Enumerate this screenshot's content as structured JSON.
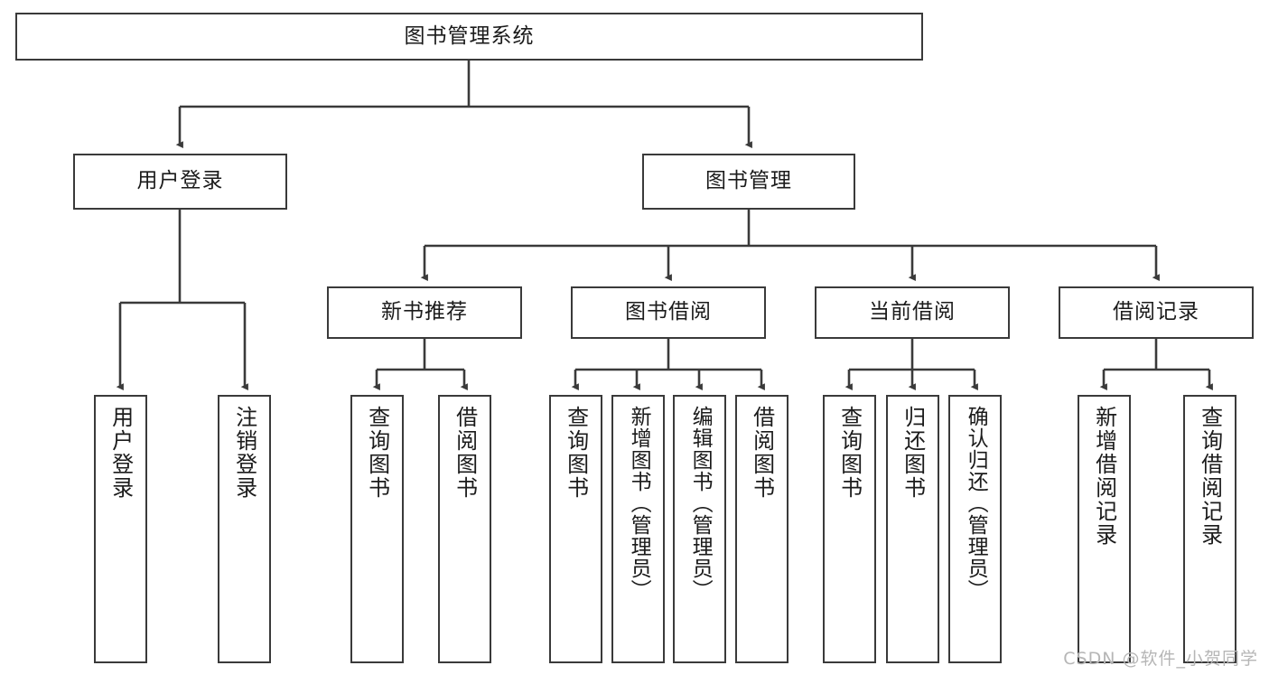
{
  "diagram": {
    "title": "图书管理系统",
    "watermark": "CSDN @软件_小贺同学",
    "stroke_color": "#3a3a3a",
    "text_color": "#1b1b1b",
    "background": "#ffffff",
    "levels": {
      "root": {
        "label": "图书管理系统"
      },
      "level2": [
        {
          "label": "用户登录"
        },
        {
          "label": "图书管理"
        }
      ],
      "level3": [
        {
          "label": "新书推荐"
        },
        {
          "label": "图书借阅"
        },
        {
          "label": "当前借阅"
        },
        {
          "label": "借阅记录"
        }
      ],
      "leaves": {
        "user_login": [
          {
            "label": "用户登录"
          },
          {
            "label": "注销登录"
          }
        ],
        "new_book_recommend": [
          {
            "label": "查询图书"
          },
          {
            "label": "借阅图书"
          }
        ],
        "book_borrow": [
          {
            "label": "查询图书"
          },
          {
            "label": "新增图书（管理员）"
          },
          {
            "label": "编辑图书（管理员）"
          },
          {
            "label": "借阅图书"
          }
        ],
        "current_borrow": [
          {
            "label": "查询图书"
          },
          {
            "label": "归还图书"
          },
          {
            "label": "确认归还（管理员）"
          }
        ],
        "borrow_records": [
          {
            "label": "新增借阅记录"
          },
          {
            "label": "查询借阅记录"
          }
        ]
      }
    }
  }
}
